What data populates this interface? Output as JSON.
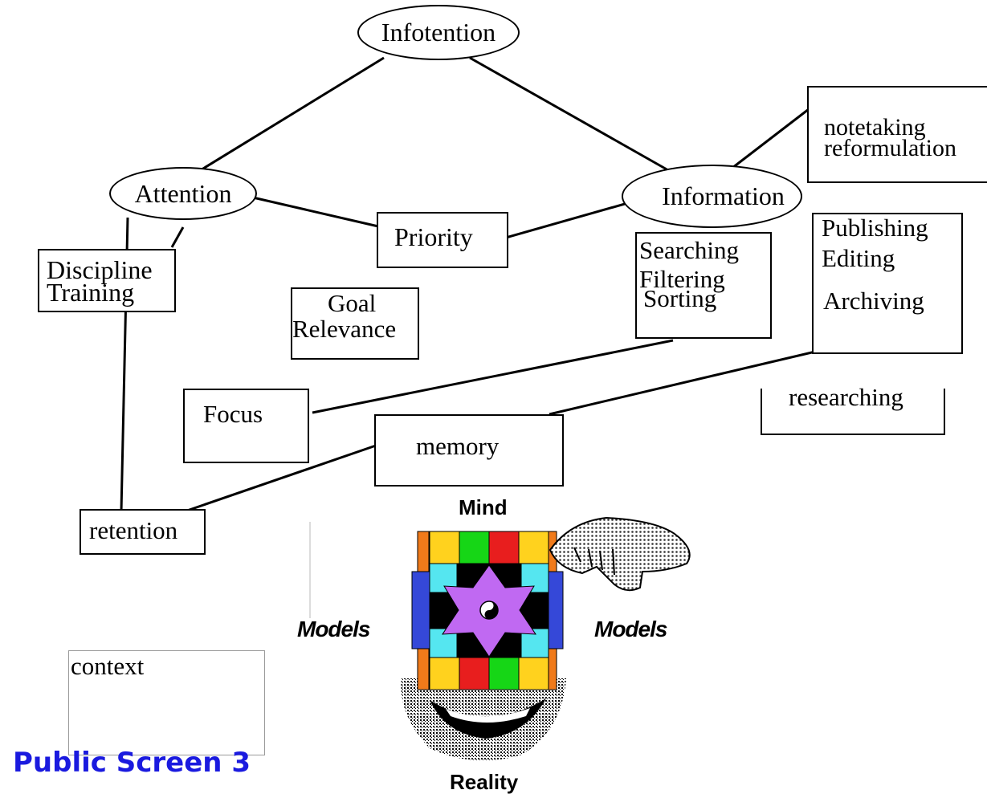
{
  "nodes": {
    "infotention": "Infotention",
    "attention": "Attention",
    "information": "Information",
    "priority": "Priority",
    "discipline": [
      "Discipline",
      "Training"
    ],
    "goal": [
      "Goal",
      "Relevance"
    ],
    "searching": [
      "Searching",
      "Filtering",
      "Sorting"
    ],
    "notetaking": [
      "notetaking",
      "reformulation"
    ],
    "publishing": [
      "Publishing",
      "Editing",
      "Archiving"
    ],
    "focus": "Focus",
    "memory": "memory",
    "researching": "researching",
    "retention": "retention",
    "context": "context"
  },
  "picture": {
    "top_label": "Mind",
    "bottom_label": "Reality",
    "left_label": "Models",
    "right_label": "Models"
  },
  "screen_label": "Public Screen 3",
  "colors": {
    "screen_label": "#1a1adf",
    "cube_orange": "#f07a1a",
    "cube_yellow": "#ffd21e",
    "cube_green": "#16d616",
    "cube_red": "#e81e1e",
    "cube_cyan": "#55e6f0",
    "cube_blue": "#3548d8",
    "cube_violet": "#c069f2"
  }
}
